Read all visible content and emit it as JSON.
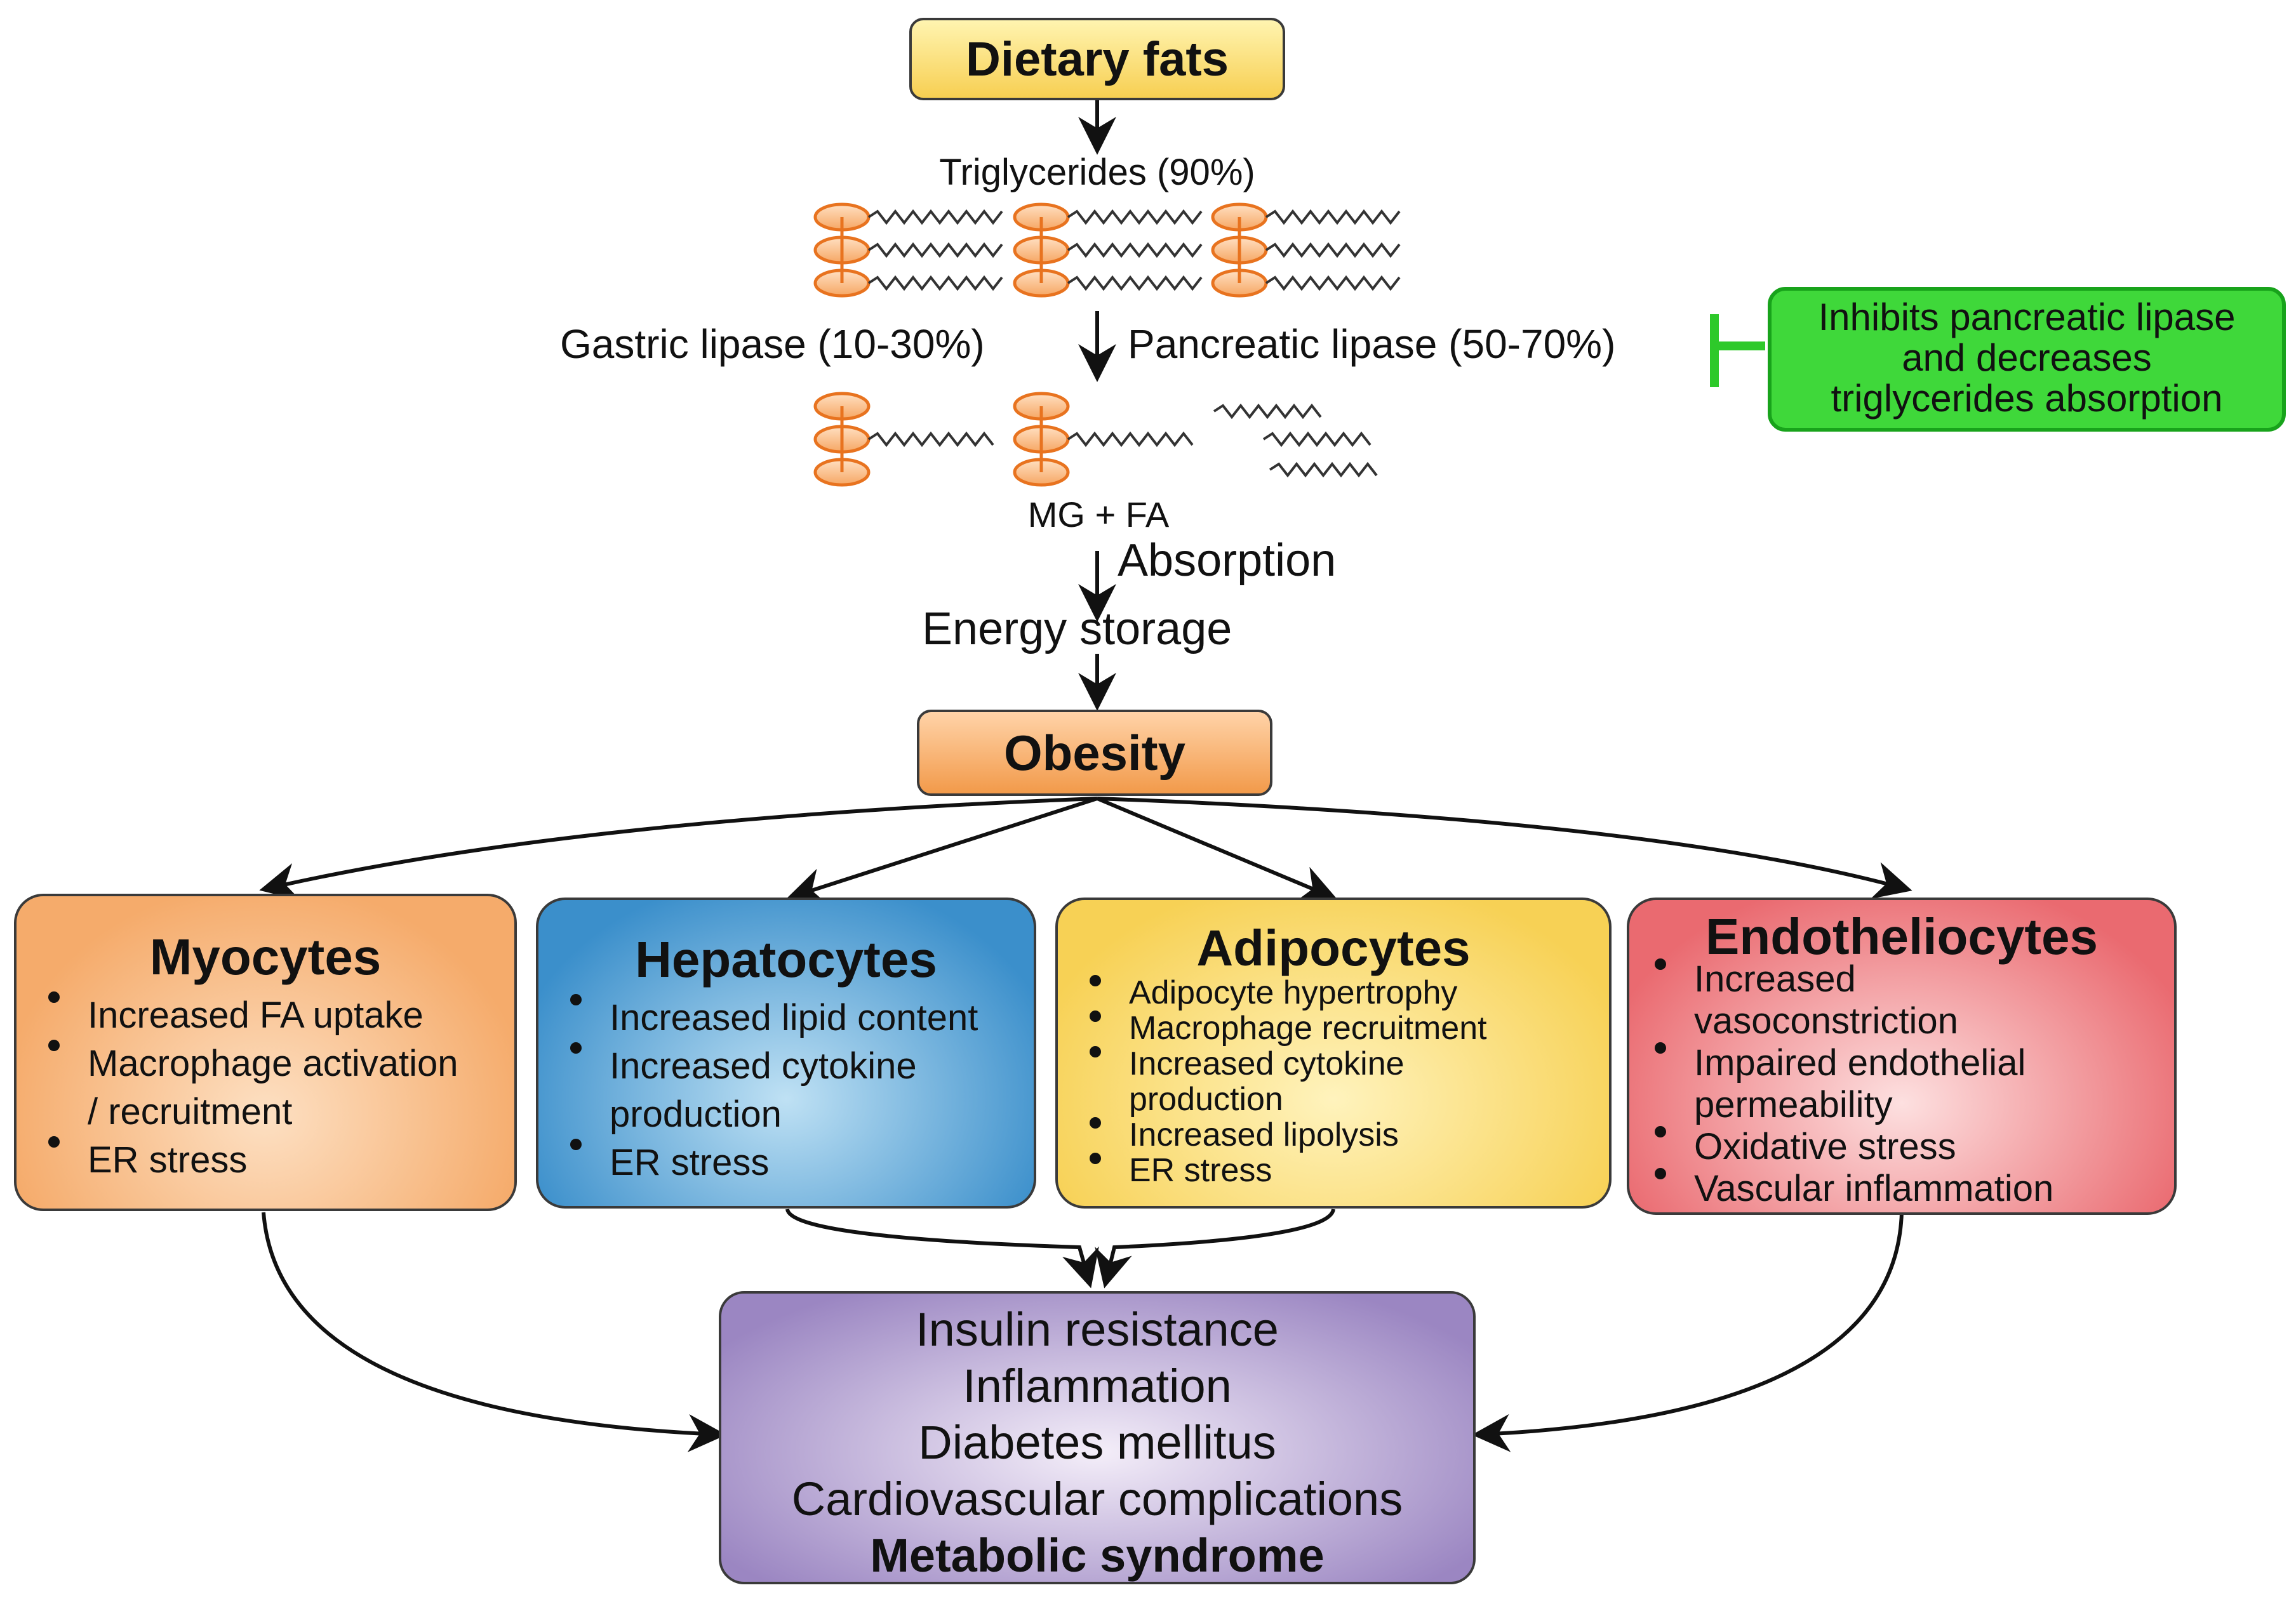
{
  "top": {
    "dietary_fats": "Dietary fats",
    "triglycerides": "Triglycerides (90%)",
    "gastric_lipase": "Gastric lipase (10-30%)",
    "pancreatic_lipase": "Pancreatic lipase (50-70%)",
    "mg_fa": "MG + FA",
    "absorption": "Absorption",
    "energy_storage": "Energy storage",
    "obesity": "Obesity"
  },
  "inhibitor": {
    "lines": [
      "Inhibits pancreatic lipase",
      "and decreases",
      "triglycerides absorption"
    ]
  },
  "cells": {
    "myocytes": {
      "title": "Myocytes",
      "items": [
        "Increased FA uptake",
        "Macrophage activation",
        "/ recruitment",
        "ER stress"
      ]
    },
    "hepatocytes": {
      "title": "Hepatocytes",
      "items": [
        "Increased lipid content",
        "Increased cytokine",
        "production",
        "ER stress"
      ]
    },
    "adipocytes": {
      "title": "Adipocytes",
      "items": [
        "Adipocyte hypertrophy",
        "Macrophage recruitment",
        "Increased cytokine",
        "production",
        "Increased lipolysis",
        "ER stress"
      ]
    },
    "endotheliocytes": {
      "title": "Endotheliocytes",
      "items": [
        "Increased",
        "vasoconstriction",
        "Impaired endothelial",
        "permeability",
        "Oxidative stress",
        "Vascular inflammation"
      ]
    }
  },
  "outcome": {
    "lines": [
      "Insulin resistance",
      "Inflammation",
      "Diabetes mellitus",
      "Cardiovascular complications"
    ],
    "final": "Metabolic syndrome"
  },
  "colors": {
    "yellow": "#ffe07a",
    "orange": "#f7a35c",
    "blue": "#3f96cf",
    "adipo_yellow": "#fbd85a",
    "red": "#ee6e73",
    "green": "#38d13a",
    "purple": "#a08bc4",
    "lipid_orange": "#ec7a2a"
  }
}
